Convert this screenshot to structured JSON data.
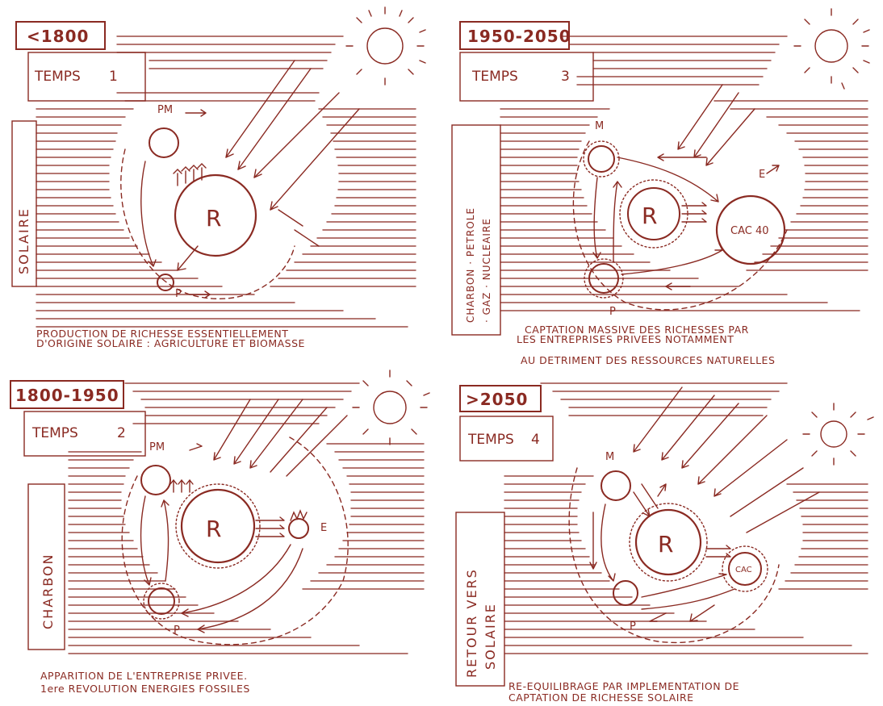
{
  "colors": {
    "ink": "#8a2a22",
    "paper": "#ffffff"
  },
  "panels": [
    {
      "period": "<1800",
      "temps": "TEMPS",
      "num": "1",
      "side": "SOLAIRE",
      "caption": [
        "PRODUCTION DE RICHESSE ESSENTIELLEMENT",
        "D'ORIGINE SOLAIRE : AGRICULTURE ET BIOMASSE"
      ],
      "labels": {
        "top": "PM",
        "bottom": "P",
        "center": "R"
      }
    },
    {
      "period": "1950-2050",
      "temps": "TEMPS",
      "num": "3",
      "side": [
        "CHARBON · PETROLE",
        "· GAZ · NUCLEAIRE"
      ],
      "caption": [
        "CAPTATION MASSIVE DES RICHESSES PAR",
        "LES ENTREPRISES PRIVEES NOTAMMENT",
        "AU DETRIMENT DES RESSOURCES NATURELLES"
      ],
      "labels": {
        "top": "M",
        "bottom": "P",
        "center": "R",
        "right": "CAC 40",
        "energy": "E"
      }
    },
    {
      "period": "1800-1950",
      "temps": "TEMPS",
      "num": "2",
      "side": "CHARBON",
      "caption": [
        "APPARITION DE L'ENTREPRISE PRIVEE.",
        "1ere REVOLUTION ENERGIES FOSSILES"
      ],
      "labels": {
        "top": "PM",
        "bottom": "P",
        "center": "R",
        "energy": "E"
      }
    },
    {
      "period": ">2050",
      "temps": "TEMPS",
      "num": "4",
      "side": [
        "RETOUR VERS",
        "SOLAIRE"
      ],
      "caption": [
        "RE-EQUILIBRAGE PAR IMPLEMENTATION DE",
        "CAPTATION DE RICHESSE SOLAIRE"
      ],
      "labels": {
        "top": "M",
        "bottom": "P",
        "center": "R",
        "right": "CAC"
      }
    }
  ]
}
